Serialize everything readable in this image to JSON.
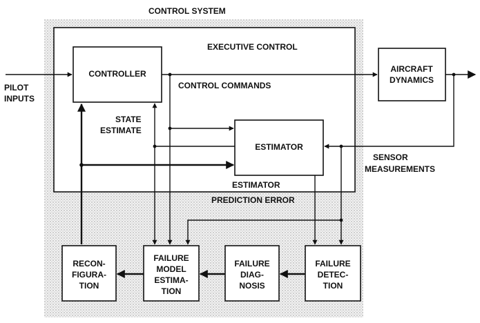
{
  "title": "CONTROL SYSTEM",
  "executive_label": "EXECUTIVE CONTROL",
  "controller_label": "CONTROLLER",
  "aircraft_label": [
    "AIRCRAFT",
    "DYNAMICS"
  ],
  "estimator_label": "ESTIMATOR",
  "pilot_inputs": [
    "PILOT",
    "INPUTS"
  ],
  "control_commands": "CONTROL COMMANDS",
  "state_estimate": [
    "STATE",
    "ESTIMATE"
  ],
  "sensor_measurements": [
    "SENSOR",
    "MEASUREMENTS"
  ],
  "prediction_error": [
    "ESTIMATOR",
    "PREDICTION ERROR"
  ],
  "reconfiguration_label": [
    "RECON-",
    "FIGURA-",
    "TION"
  ],
  "failure_model_label": [
    "FAILURE",
    "MODEL",
    "ESTIMA-",
    "TION"
  ],
  "failure_diagnosis_label": [
    "FAILURE",
    "DIAG-",
    "NOSIS"
  ],
  "failure_detection_label": [
    "FAILURE",
    "DETEC-",
    "TION"
  ],
  "colors": {
    "ink": "#111111",
    "stipple": "#d4d4d4",
    "background": "#ffffff"
  }
}
